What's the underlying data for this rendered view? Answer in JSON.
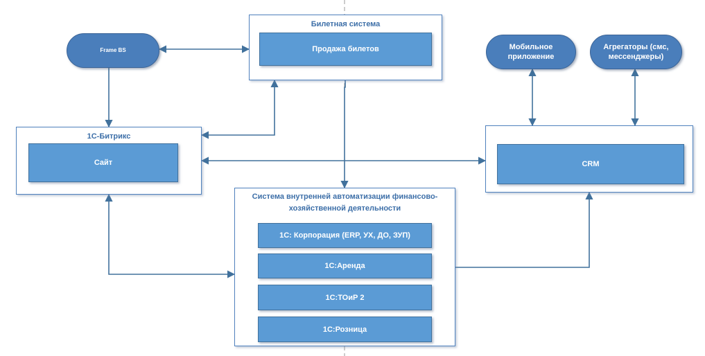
{
  "ticket_system": {
    "title": "Билетная система",
    "sales": "Продажа билетов"
  },
  "frame_bs": "Frame BS",
  "bitrix": {
    "title": "1С-Битрикс",
    "site": "Сайт"
  },
  "mobile_app": "Мобильное приложение",
  "aggregators": "Агрегаторы (смс, мессенджеры)",
  "crm": "CRM",
  "finance_system": {
    "title": "Система внутренней автоматизации финансово-хозяйственной деятельности",
    "modules": [
      "1С: Корпорация (ERP, УХ, ДО, ЗУП)",
      "1С:Аренда",
      "1С:ТОиР 2",
      "1С:Розница"
    ]
  },
  "colors": {
    "line": "#41719c",
    "box": "#5b9bd5",
    "pill": "#4a7ebb",
    "title": "#3d6fa8"
  }
}
